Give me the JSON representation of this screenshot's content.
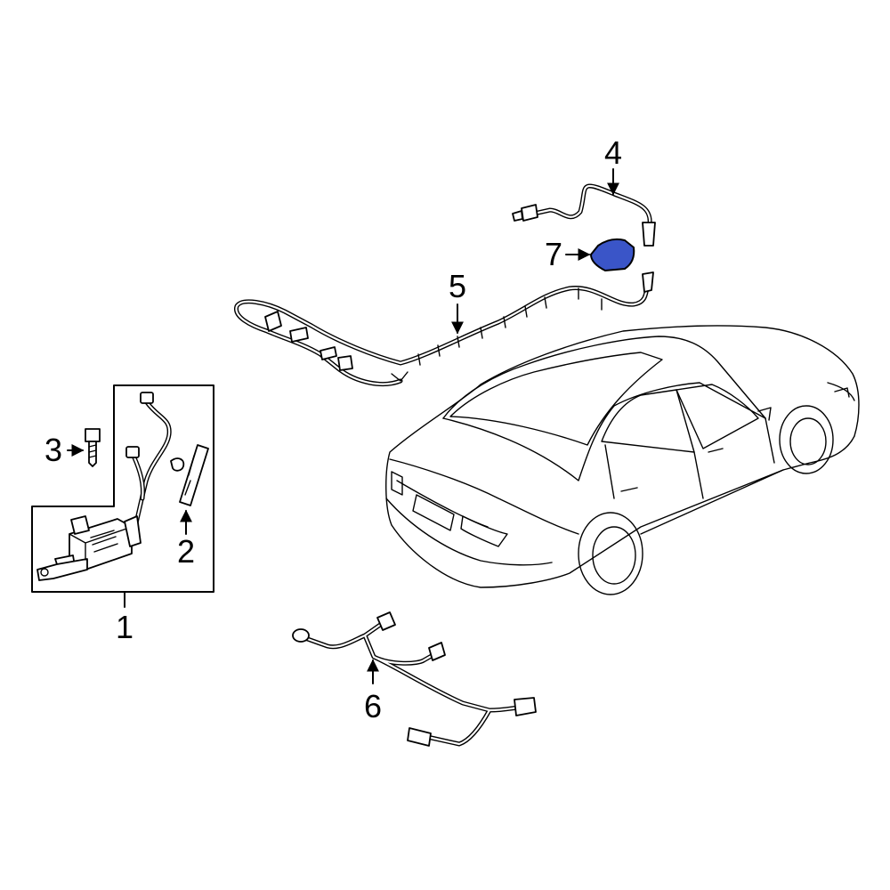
{
  "callouts": {
    "c1": "1",
    "c2": "2",
    "c3": "3",
    "c4": "4",
    "c5": "5",
    "c6": "6",
    "c7": "7"
  },
  "colors": {
    "highlight_part": "#3a55c8",
    "line": "#000000"
  }
}
